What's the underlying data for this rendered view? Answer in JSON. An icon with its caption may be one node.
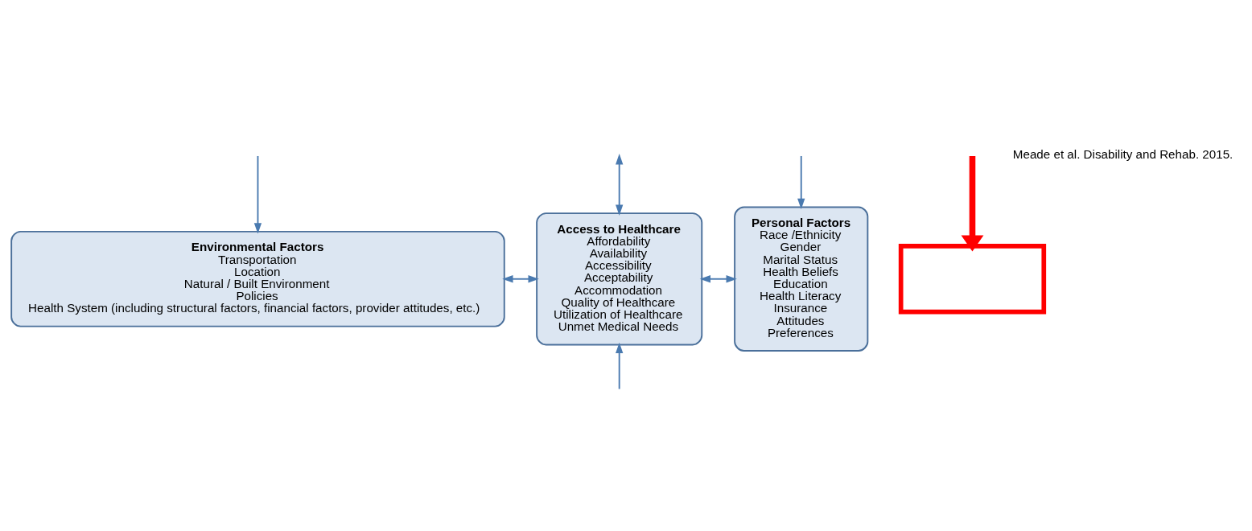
{
  "diagram": {
    "nodes": [
      {
        "text": [
          "Environmental Factors",
          "Transportation",
          "Location",
          "Natural / Built Environment",
          "Policies",
          "Health System (including structural factors, financial factors, provider attitudes, etc.)"
        ]
      },
      {
        "text": [
          "Access to Healthcare",
          "Affordability",
          "Availability",
          "Accessibility",
          "Acceptability",
          "Accommodation",
          "Quality of Healthcare",
          "Utilization of Healthcare",
          "Unmet Medical Needs"
        ]
      },
      {
        "text": [
          "Personal Factors",
          "Race /Ethnicity",
          "Gender",
          "Marital Status",
          "Health Beliefs",
          "Education",
          "Health Literacy",
          "Insurance",
          "Attitudes",
          "Preferences"
        ]
      },
      {
        "text": [],
        "shape": "box"
      }
    ],
    "edges": [
      {
        "from": null,
        "to": 0,
        "arrow": "to"
      },
      {
        "from": null,
        "to": 1,
        "arrow": "both"
      },
      {
        "from": null,
        "to": 2,
        "arrow": "to"
      },
      {
        "from": 0,
        "to": 1,
        "arrow": "both"
      },
      {
        "from": 1,
        "to": 2,
        "arrow": "both"
      },
      {
        "from": null,
        "to": 1,
        "arrow": "to"
      },
      {
        "from": null,
        "to": 3,
        "arrow": "to",
        "style": "thick",
        "color": "#ff0000"
      }
    ],
    "labels": [
      "Meade et al. Disability and Rehab. 2015."
    ]
  }
}
